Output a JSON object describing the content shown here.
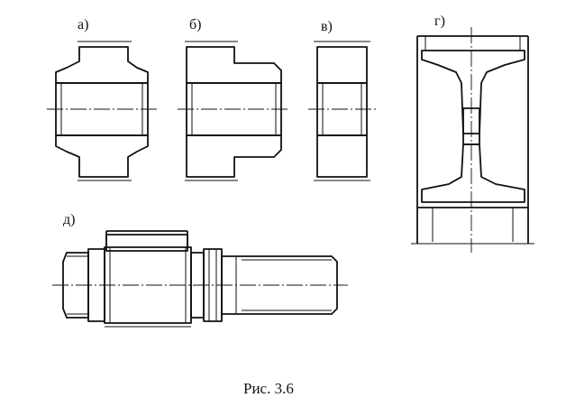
{
  "labels": {
    "a": "а)",
    "b": "б)",
    "v": "в)",
    "g": "г)",
    "d": "д)"
  },
  "caption": "Рис. 3.6",
  "colors": {
    "ink": "#111111",
    "background": "#ffffff"
  }
}
